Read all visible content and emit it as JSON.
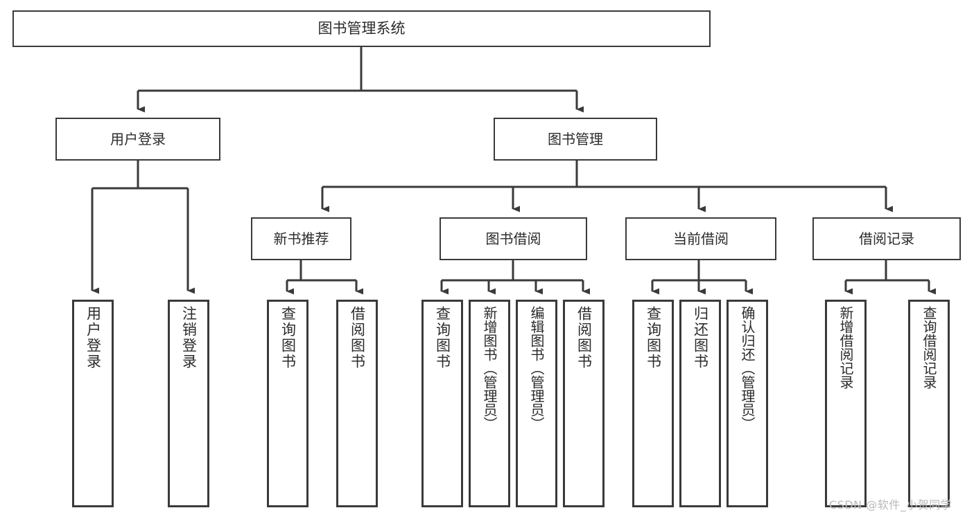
{
  "diagram": {
    "title": "图书管理系统",
    "type": "hierarchy-tree",
    "root": {
      "label": "图书管理系统"
    },
    "level1": [
      {
        "label": "用户登录"
      },
      {
        "label": "图书管理"
      }
    ],
    "level2": [
      {
        "label": "新书推荐"
      },
      {
        "label": "图书借阅"
      },
      {
        "label": "当前借阅"
      },
      {
        "label": "借阅记录"
      }
    ],
    "leaves": {
      "user_login": [
        {
          "label": "用户登录"
        },
        {
          "label": "注销登录"
        }
      ],
      "new_book_recommend": [
        {
          "label": "查询图书"
        },
        {
          "label": "借阅图书"
        }
      ],
      "book_borrow": [
        {
          "label": "查询图书"
        },
        {
          "label": "新增图书（管理员）"
        },
        {
          "label": "编辑图书（管理员）"
        },
        {
          "label": "借阅图书"
        }
      ],
      "current_borrow": [
        {
          "label": "查询图书"
        },
        {
          "label": "归还图书"
        },
        {
          "label": "确认归还（管理员）"
        }
      ],
      "borrow_record": [
        {
          "label": "新增借阅记录"
        },
        {
          "label": "查询借阅记录"
        }
      ]
    }
  },
  "watermark": {
    "text": "CSDN @软件_小贺同学"
  },
  "colors": {
    "border": "#3a3a3a",
    "text": "#2b2b2b",
    "background": "#ffffff",
    "watermark": "#b9b9b9"
  }
}
